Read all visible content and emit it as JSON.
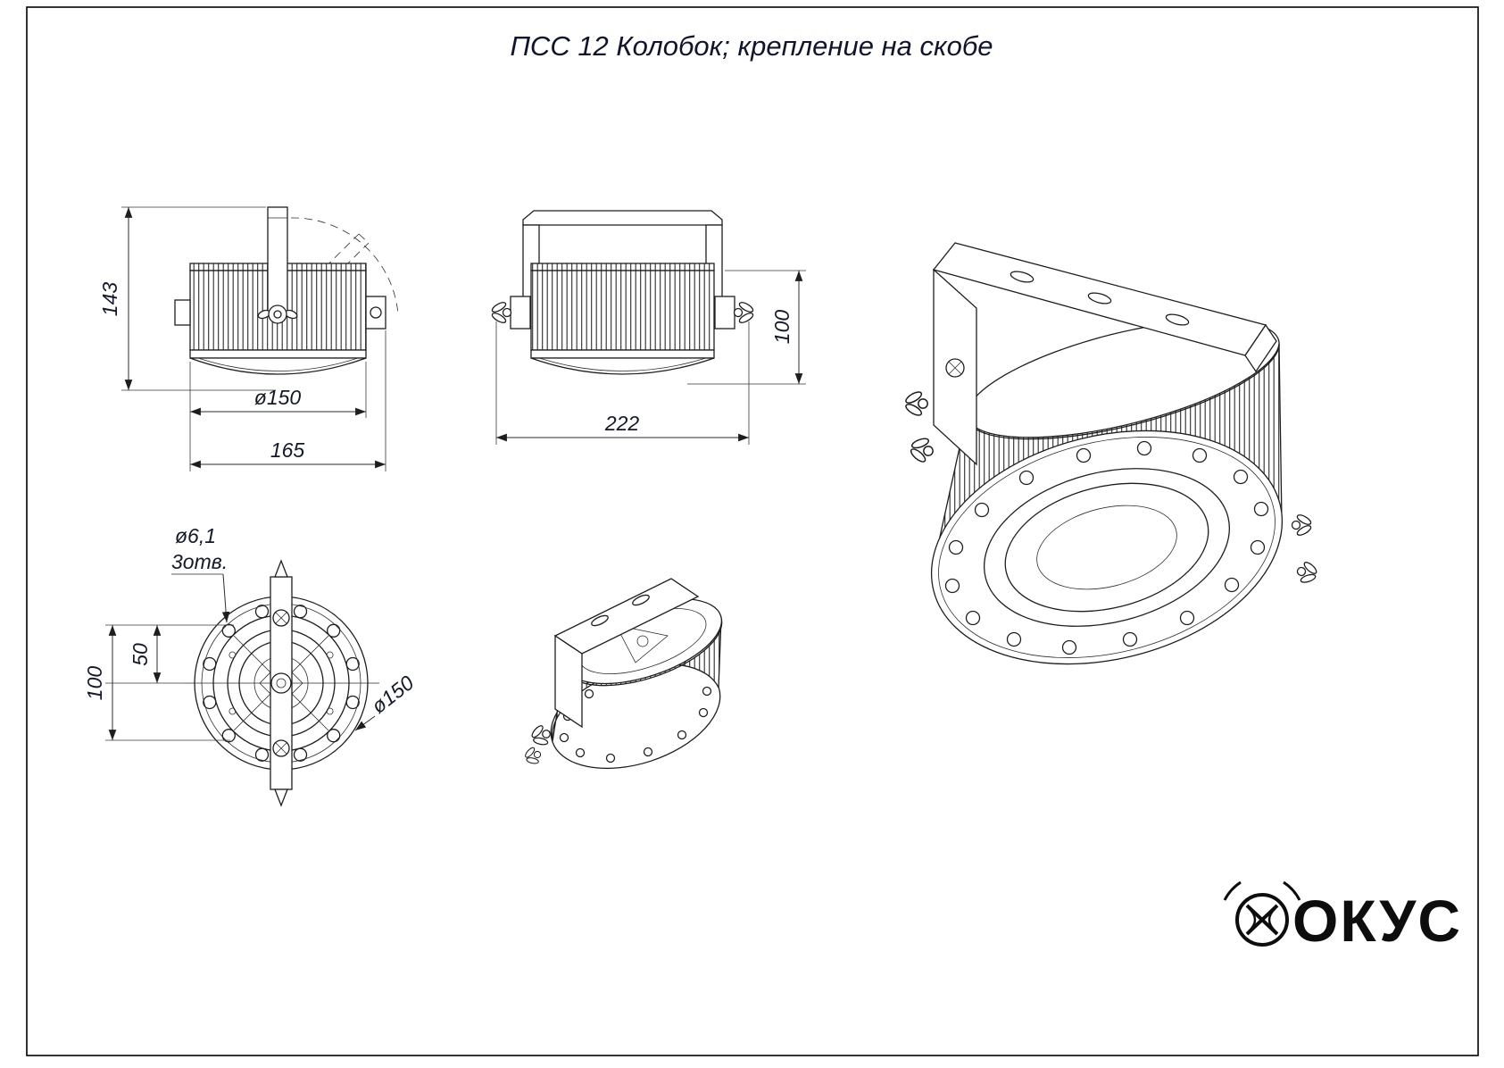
{
  "title": "ПСС 12 Колобок; крепление на скобе",
  "colors": {
    "ink": "#1e1e1e",
    "text": "#141927",
    "paper": "#ffffff"
  },
  "views": {
    "front": {
      "dim_height": "143",
      "dim_lens_dia": "ø150",
      "dim_width": "165"
    },
    "side": {
      "dim_body_height": "100",
      "dim_width": "222"
    },
    "bottom": {
      "note_hole_dia": "ø6,1",
      "note_hole_count": "3отв.",
      "dim_pitch": "100",
      "dim_half_pitch": "50",
      "dim_dia": "ø150"
    }
  },
  "logo": {
    "brand": "ФОКУС",
    "icon": "fokus-knot-icon",
    "text_after_icon": "ОКУС"
  }
}
